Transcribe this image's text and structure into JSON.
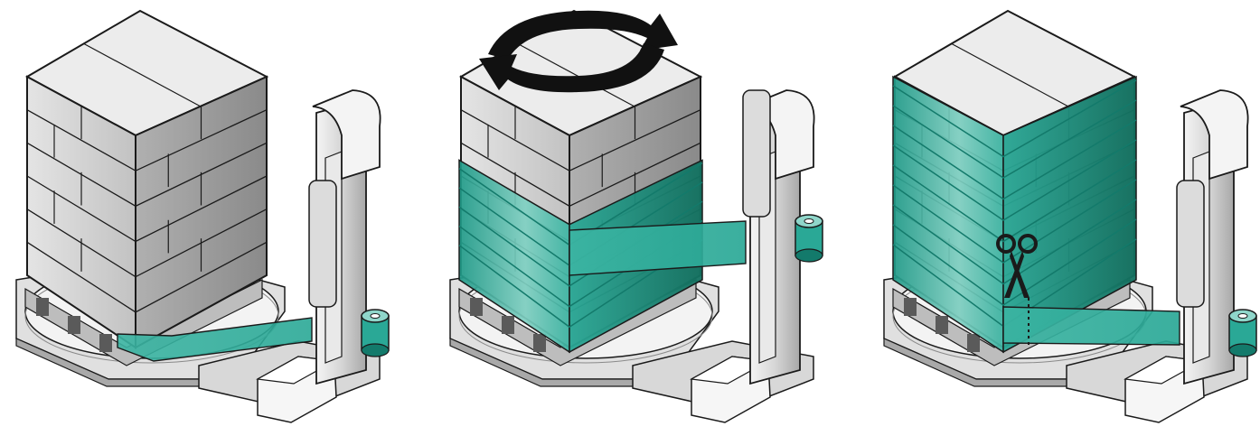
{
  "diagram": {
    "kind": "stretch-wrap-steps",
    "colors": {
      "film": "#2aa896",
      "film_light": "#7fd0c2",
      "film_dark": "#137a6b",
      "box_top": "#ececec",
      "box_left": "#cfcfcf",
      "box_right": "#9c9c9c",
      "machine_light": "#f2f2f2",
      "machine_mid": "#c9c9c9",
      "machine_dark": "#8f8f8f",
      "outline": "#1a1a1a",
      "arrow": "#111111"
    },
    "panels": [
      {
        "id": "step-1",
        "state": "film-attached",
        "wrap_rows": 0,
        "show_rotation": false,
        "show_cut": false
      },
      {
        "id": "step-2",
        "state": "wrapping",
        "wrap_rows": 5,
        "show_rotation": true,
        "show_cut": false
      },
      {
        "id": "step-3",
        "state": "cut-film",
        "wrap_rows": 9,
        "show_rotation": false,
        "show_cut": true
      }
    ],
    "icons": [
      "rotation-arrows-icon",
      "scissors-icon"
    ]
  }
}
